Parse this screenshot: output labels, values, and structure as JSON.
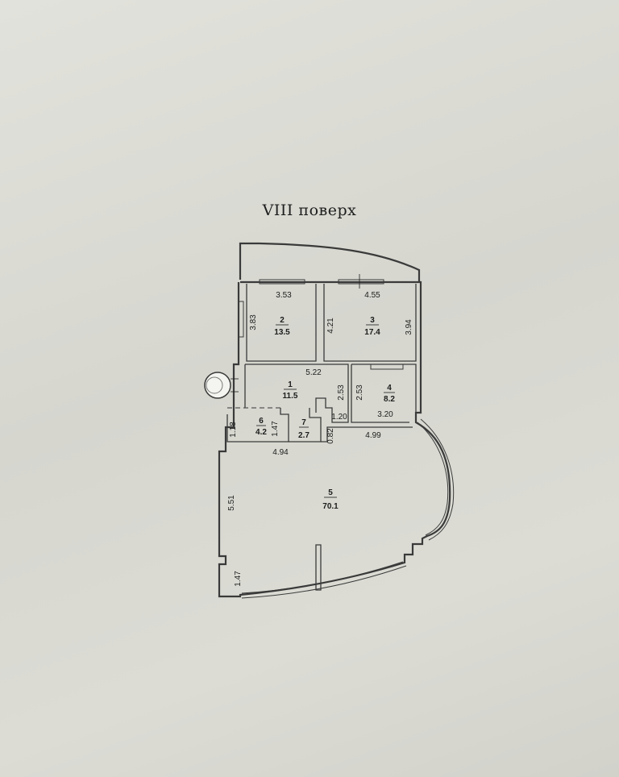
{
  "title": "VIII поверх",
  "rooms": [
    {
      "number": "1",
      "area": "11.5"
    },
    {
      "number": "2",
      "area": "13.5"
    },
    {
      "number": "3",
      "area": "17.4"
    },
    {
      "number": "4",
      "area": "8.2"
    },
    {
      "number": "5",
      "area": "70.1"
    },
    {
      "number": "6",
      "area": "4.2"
    },
    {
      "number": "7",
      "area": "2.7"
    }
  ],
  "dimensions": {
    "room2_width": "3.53",
    "room2_height": "3.83",
    "room3_width": "4.55",
    "room3_height_left": "4.21",
    "room3_height_right": "3.94",
    "room1_width": "5.22",
    "room1_height": "2.53",
    "room4_height": "2.53",
    "room4_width": "3.20",
    "hall_step": "1.20",
    "room6_height": "1.18",
    "room6_width": "1.47",
    "wall_offset": "0.82",
    "room5_top_right": "4.99",
    "room5_top_left": "4.94",
    "room5_left_height": "5.51",
    "room5_bottom_left": "1.47"
  }
}
